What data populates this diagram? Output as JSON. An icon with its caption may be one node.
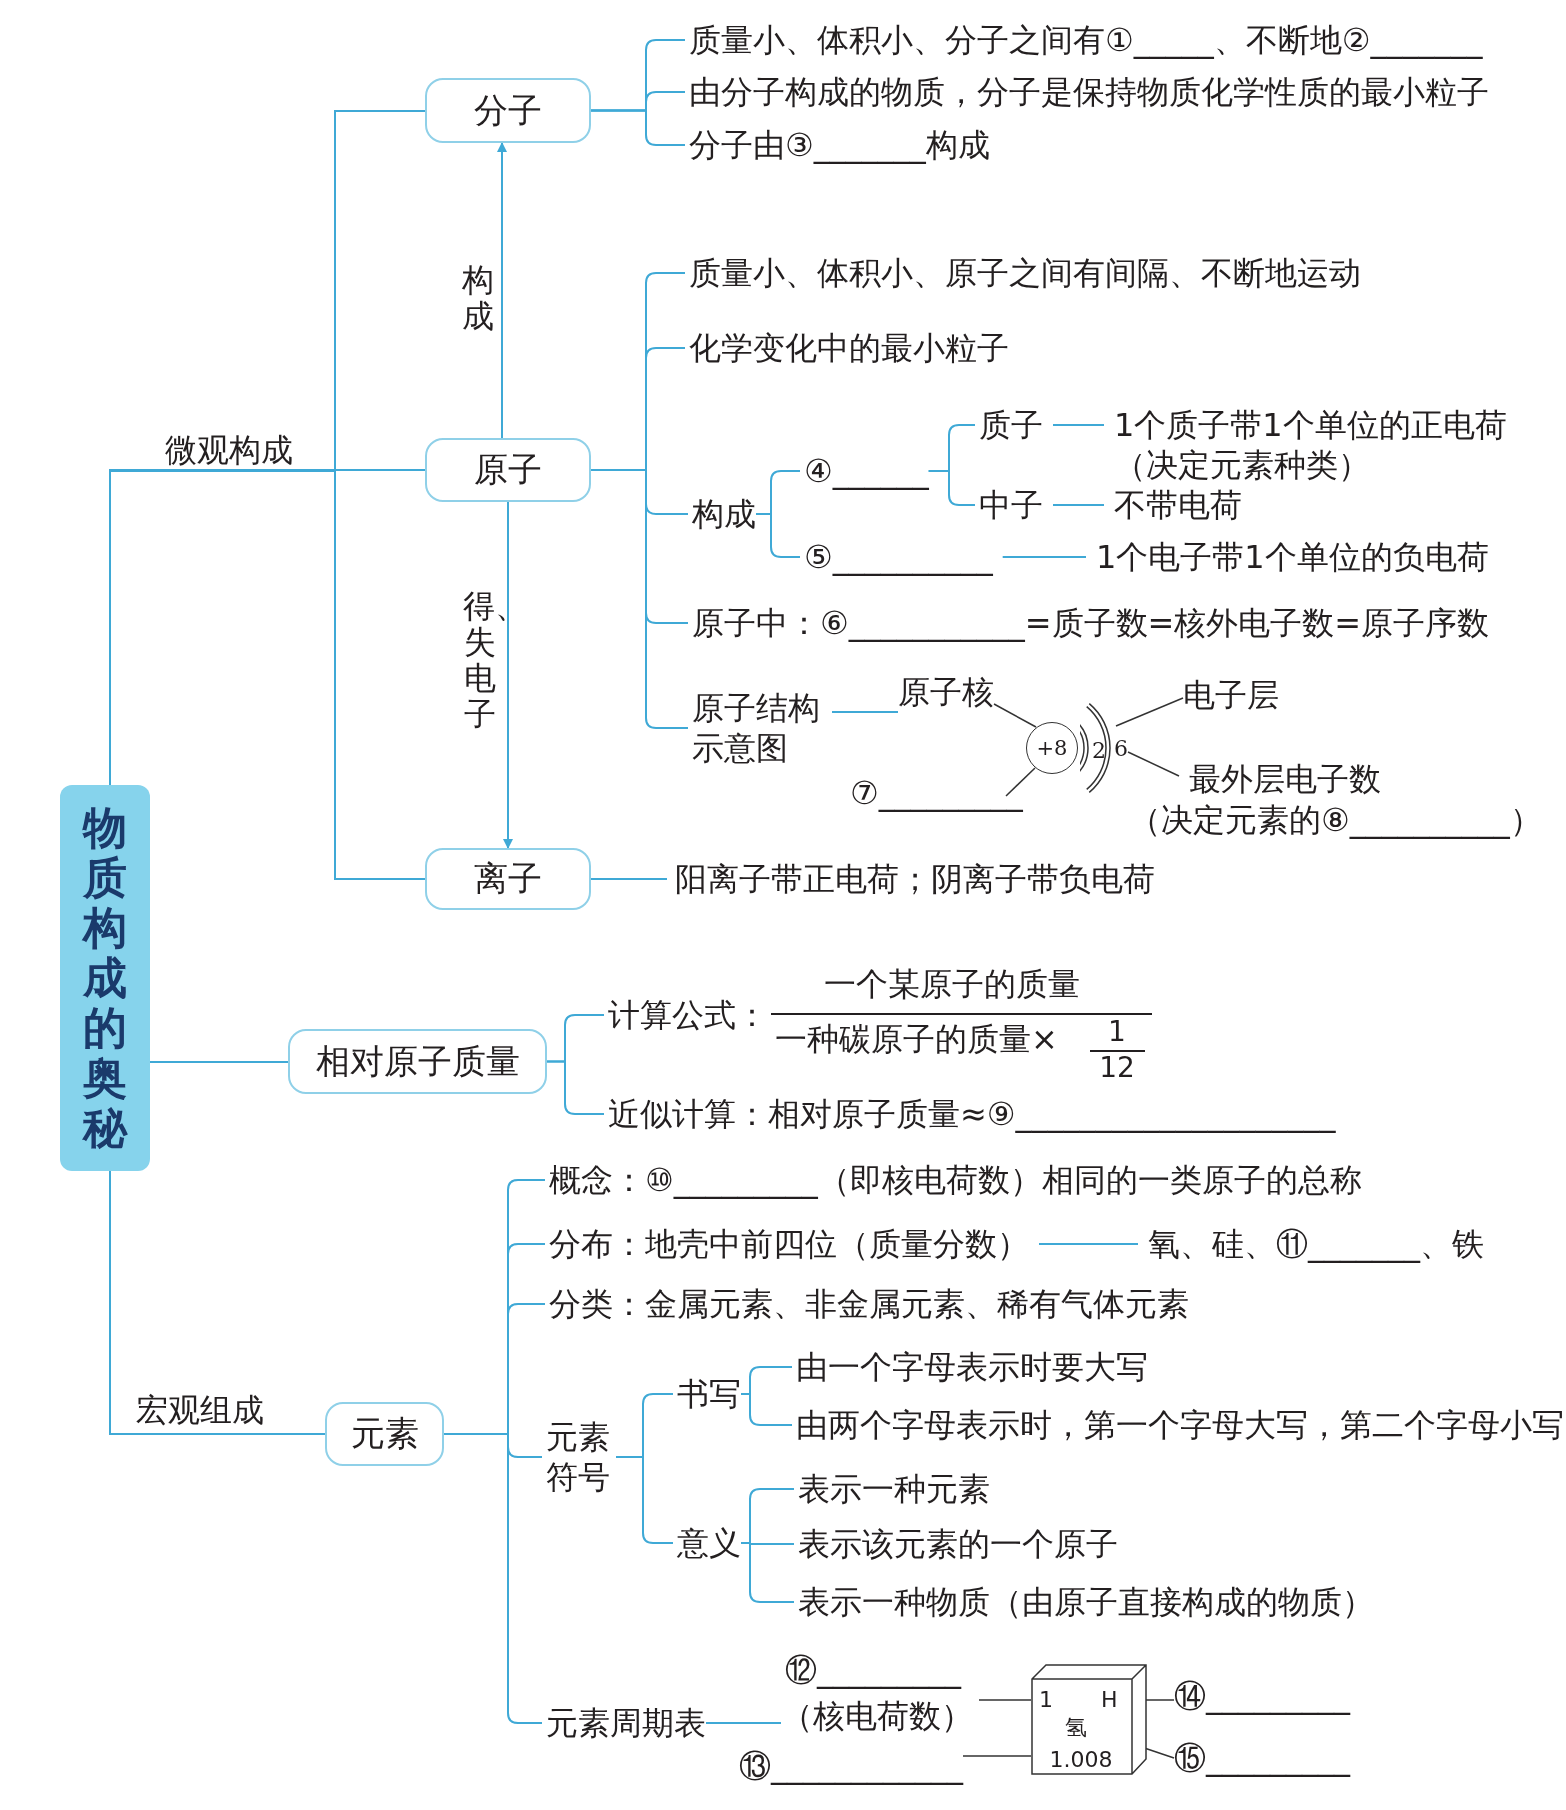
{
  "diagram": {
    "nodes": [
      {
        "text": [
          "物质构成的奥秘"
        ]
      },
      {
        "text": [
          "分子"
        ]
      },
      {
        "text": [
          "质量小、体积小、分子之间有①_____、不断地②_______"
        ]
      },
      {
        "text": [
          "由分子构成的物质，分子是保持物质化学性质的最小粒子"
        ]
      },
      {
        "text": [
          "分子由③_______构成"
        ]
      },
      {
        "text": [
          "原子"
        ]
      },
      {
        "text": [
          "质量小、体积小、原子之间有间隔、不断地运动"
        ]
      },
      {
        "text": [
          "化学变化中的最小粒子"
        ]
      },
      {
        "text": [
          "构成"
        ]
      },
      {
        "text": [
          "④______"
        ]
      },
      {
        "text": [
          "质子"
        ]
      },
      {
        "text": [
          "1个质子带1个单位的正电荷（决定元素种类）"
        ]
      },
      {
        "text": [
          "中子"
        ]
      },
      {
        "text": [
          "不带电荷"
        ]
      },
      {
        "text": [
          "⑤__________"
        ]
      },
      {
        "text": [
          "1个电子带1个单位的负电荷"
        ]
      },
      {
        "text": [
          "原子中：⑥___________=质子数=核外电子数=原子序数"
        ]
      },
      {
        "text": [
          "原子结构示意图"
        ]
      },
      {
        "text": [
          "+8"
        ]
      },
      {
        "text": [
          "原子核"
        ]
      },
      {
        "text": [
          "⑦_________"
        ]
      },
      {
        "text": [],
        "shape": "arc"
      },
      {
        "text": [
          "电子层"
        ]
      },
      {
        "text": [
          "6"
        ]
      },
      {
        "text": [
          "最外层电子数",
          "（决定元素的⑧__________）"
        ]
      },
      {
        "text": [
          "离子"
        ]
      },
      {
        "text": [
          "阳离子带正电荷；阴离子带负电荷"
        ]
      },
      {
        "text": [
          "相对原子质量"
        ]
      },
      {
        "text": [
          "计算公式：",
          "一个某原子的质量",
          "一种碳原子的质量×",
          "1",
          "12"
        ]
      },
      {
        "text": [
          "近似计算：相对原子质量≈⑨____________________"
        ]
      },
      {
        "text": [
          "元素"
        ]
      },
      {
        "text": [
          "概念：⑩_________（即核电荷数）相同的一类原子的总称"
        ]
      },
      {
        "text": [
          "分布：地壳中前四位（质量分数）"
        ]
      },
      {
        "text": [
          "氧、硅、⑪_______、铁"
        ]
      },
      {
        "text": [
          "分类：金属元素、非金属元素、稀有气体元素"
        ]
      },
      {
        "text": [
          "元素符号"
        ]
      },
      {
        "text": [
          "书写"
        ]
      },
      {
        "text": [
          "由一个字母表示时要大写"
        ]
      },
      {
        "text": [
          "由两个字母表示时，第一个字母大写，第二个字母小写"
        ]
      },
      {
        "text": [
          "意义"
        ]
      },
      {
        "text": [
          "表示一种元素"
        ]
      },
      {
        "text": [
          "表示该元素的一个原子"
        ]
      },
      {
        "text": [
          "表示一种物质（由原子直接构成的物质）"
        ]
      },
      {
        "text": [
          "元素周期表"
        ]
      },
      {
        "text": [
          "⑫_________",
          "（核电荷数）"
        ]
      },
      {
        "text": [
          "⑬____________"
        ]
      },
      {
        "text": [
          "1",
          "H",
          "氢",
          "1.008"
        ]
      },
      {
        "text": [
          "⑭_________"
        ]
      },
      {
        "text": [
          "⑮_________"
        ]
      }
    ],
    "edges": [
      {
        "from": 0,
        "to": 1,
        "arrow": "none"
      },
      {
        "from": 0,
        "to": 5,
        "arrow": "none",
        "label": "微观构成"
      },
      {
        "from": 0,
        "to": 25,
        "arrow": "none"
      },
      {
        "from": 0,
        "to": 27,
        "arrow": "none"
      },
      {
        "from": 0,
        "to": 30,
        "arrow": "none",
        "label": "宏观组成"
      },
      {
        "from": 5,
        "to": 1,
        "arrow": "to",
        "label": "构成"
      },
      {
        "from": 5,
        "to": 25,
        "arrow": "to",
        "label": "得、失电子"
      },
      {
        "from": 1,
        "to": 2,
        "arrow": "none"
      },
      {
        "from": 1,
        "to": 3,
        "arrow": "none"
      },
      {
        "from": 1,
        "to": 4,
        "arrow": "none"
      },
      {
        "from": 5,
        "to": 6,
        "arrow": "none"
      },
      {
        "from": 5,
        "to": 7,
        "arrow": "none"
      },
      {
        "from": 5,
        "to": 8,
        "arrow": "none"
      },
      {
        "from": 5,
        "to": 16,
        "arrow": "none"
      },
      {
        "from": 5,
        "to": 17,
        "arrow": "none"
      },
      {
        "from": 8,
        "to": 9,
        "arrow": "none"
      },
      {
        "from": 8,
        "to": 14,
        "arrow": "none"
      },
      {
        "from": 9,
        "to": 10,
        "arrow": "none"
      },
      {
        "from": 9,
        "to": 12,
        "arrow": "none"
      },
      {
        "from": 10,
        "to": 11,
        "arrow": "none"
      },
      {
        "from": 12,
        "to": 13,
        "arrow": "none"
      },
      {
        "from": 14,
        "to": 15,
        "arrow": "none"
      },
      {
        "from": 17,
        "to": 19,
        "arrow": "none"
      },
      {
        "from": 19,
        "to": 18,
        "arrow": "none",
        "color": "#333333"
      },
      {
        "from": 20,
        "to": 18,
        "arrow": "none",
        "color": "#333333"
      },
      {
        "from": 22,
        "to": 21,
        "arrow": "none",
        "color": "#333333"
      },
      {
        "from": 24,
        "to": 23,
        "arrow": "none",
        "color": "#333333"
      },
      {
        "from": 25,
        "to": 26,
        "arrow": "none"
      },
      {
        "from": 27,
        "to": 28,
        "arrow": "none"
      },
      {
        "from": 27,
        "to": 29,
        "arrow": "none"
      },
      {
        "from": 30,
        "to": 31,
        "arrow": "none"
      },
      {
        "from": 30,
        "to": 32,
        "arrow": "none"
      },
      {
        "from": 30,
        "to": 34,
        "arrow": "none"
      },
      {
        "from": 30,
        "to": 35,
        "arrow": "none"
      },
      {
        "from": 30,
        "to": 43,
        "arrow": "none"
      },
      {
        "from": 32,
        "to": 33,
        "arrow": "none"
      },
      {
        "from": 35,
        "to": 36,
        "arrow": "none"
      },
      {
        "from": 35,
        "to": 39,
        "arrow": "none"
      },
      {
        "from": 36,
        "to": 37,
        "arrow": "none"
      },
      {
        "from": 36,
        "to": 38,
        "arrow": "none"
      },
      {
        "from": 39,
        "to": 40,
        "arrow": "none"
      },
      {
        "from": 39,
        "to": 41,
        "arrow": "none"
      },
      {
        "from": 39,
        "to": 42,
        "arrow": "none"
      },
      {
        "from": 43,
        "to": 44,
        "arrow": "none"
      },
      {
        "from": 44,
        "to": 46,
        "arrow": "none",
        "color": "#333333"
      },
      {
        "from": 45,
        "to": 46,
        "arrow": "none",
        "color": "#333333"
      },
      {
        "from": 47,
        "to": 46,
        "arrow": "none",
        "color": "#333333"
      },
      {
        "from": 48,
        "to": 46,
        "arrow": "none",
        "color": "#333333"
      }
    ],
    "labels": [
      "2"
    ]
  }
}
